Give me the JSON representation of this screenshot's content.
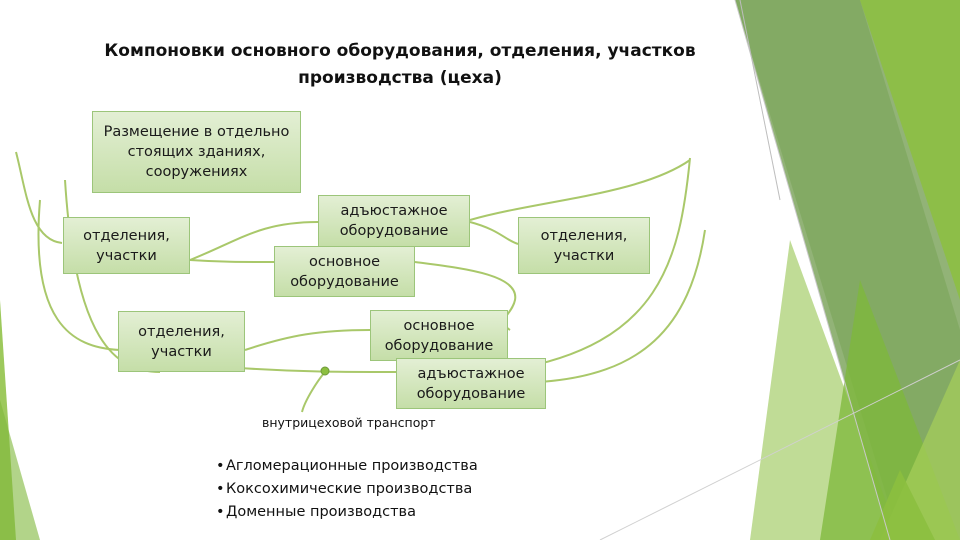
{
  "title": {
    "line1": "Компоновки основного оборудования, отделения, участков",
    "line2": "производства (цеха)"
  },
  "boxes": {
    "separate_buildings": "Размещение в отдельно стоящих зданиях, сооружениях",
    "units_left_top": "отделения, участки",
    "auxiliary_top": "адъюстажное оборудование",
    "main_top": "основное оборудование",
    "units_right": "отделения, участки",
    "units_left_bottom": "отделения, участки",
    "main_bottom": "основное оборудование",
    "auxiliary_bottom": "адъюстажное оборудование"
  },
  "transport_label": "внутрицеховой транспорт",
  "bullets": [
    "Агломерационные производства",
    "Коксохимические производства",
    "Доменные производства"
  ],
  "colors": {
    "connector": "#a9c86a",
    "box_fill": "#cfe4b5",
    "box_border": "#9cc57a",
    "decor_green": "#8cbf3f"
  }
}
